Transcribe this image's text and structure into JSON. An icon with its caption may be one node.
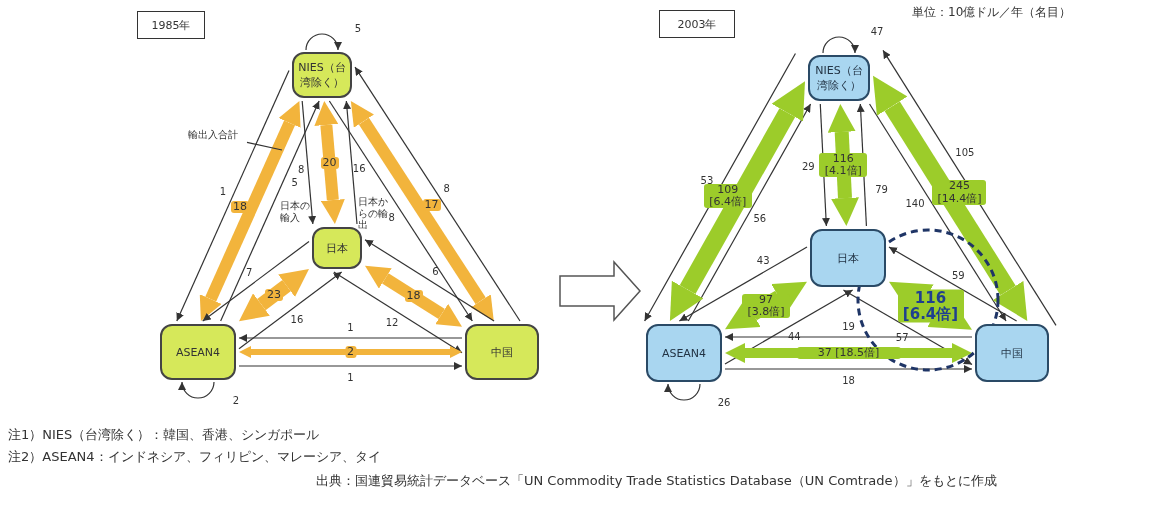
{
  "diagram": {
    "nodes": [
      {
        "text": [
          "1985年"
        ]
      },
      {
        "text": [
          "NIES（台湾除く）"
        ]
      },
      {
        "text": [
          "日本"
        ]
      },
      {
        "text": [
          "ASEAN4"
        ]
      },
      {
        "text": [
          "中国"
        ]
      },
      {
        "text": [
          "輸出入合計"
        ]
      },
      {
        "text": [
          "2003年"
        ]
      },
      {
        "text": [
          "NIES（台湾除く）"
        ]
      },
      {
        "text": [
          "日本"
        ]
      },
      {
        "text": [
          "ASEAN4"
        ]
      },
      {
        "text": [
          "中国"
        ]
      }
    ],
    "edges": [
      {
        "from": 1,
        "to": 1,
        "arrow": "to",
        "label": "5"
      },
      {
        "from": 1,
        "to": 3,
        "arrow": "to",
        "label": "1"
      },
      {
        "from": 3,
        "to": 1,
        "arrow": "to",
        "label": "5"
      },
      {
        "from": 1,
        "to": 3,
        "arrow": "both",
        "label": "18",
        "style": "thick",
        "color": "#f2b43c"
      },
      {
        "from": 1,
        "to": 2,
        "arrow": "to",
        "label": "8"
      },
      {
        "from": 2,
        "to": 1,
        "arrow": "to",
        "label": "16"
      },
      {
        "from": 1,
        "to": 2,
        "arrow": "both",
        "label": "20",
        "style": "thick",
        "color": "#f2b43c"
      },
      {
        "from": 1,
        "to": 4,
        "arrow": "to",
        "label": "8"
      },
      {
        "from": 4,
        "to": 1,
        "arrow": "to",
        "label": "8"
      },
      {
        "from": 1,
        "to": 4,
        "arrow": "both",
        "label": "17",
        "style": "thick",
        "color": "#f2b43c"
      },
      {
        "from": 2,
        "to": 3,
        "arrow": "to",
        "label": "7"
      },
      {
        "from": 3,
        "to": 2,
        "arrow": "to",
        "label": "16"
      },
      {
        "from": 2,
        "to": 3,
        "arrow": "both",
        "label": "23",
        "style": "thick",
        "color": "#f2b43c"
      },
      {
        "from": 4,
        "to": 2,
        "arrow": "to",
        "label": "6"
      },
      {
        "from": 2,
        "to": 4,
        "arrow": "to",
        "label": "12"
      },
      {
        "from": 2,
        "to": 4,
        "arrow": "both",
        "label": "18",
        "style": "thick",
        "color": "#f2b43c"
      },
      {
        "from": 4,
        "to": 3,
        "arrow": "to",
        "label": "1"
      },
      {
        "from": 3,
        "to": 4,
        "arrow": "both",
        "label": "2",
        "style": "thick",
        "color": "#f2b43c"
      },
      {
        "from": 3,
        "to": 4,
        "arrow": "to",
        "label": "1"
      },
      {
        "from": 3,
        "to": 3,
        "arrow": "to",
        "label": "2"
      },
      {
        "from": 5,
        "to": null,
        "arrow": "none"
      },
      {
        "from": 7,
        "to": 7,
        "arrow": "to",
        "label": "47"
      },
      {
        "from": 7,
        "to": 9,
        "arrow": "to",
        "label": "53"
      },
      {
        "from": 9,
        "to": 7,
        "arrow": "to",
        "label": "56"
      },
      {
        "from": 7,
        "to": 9,
        "arrow": "both",
        "label": "109 [6.4倍]",
        "style": "thick",
        "color": "#9ccc2a"
      },
      {
        "from": 7,
        "to": 8,
        "arrow": "to",
        "label": "29"
      },
      {
        "from": 8,
        "to": 7,
        "arrow": "to",
        "label": "79"
      },
      {
        "from": 7,
        "to": 8,
        "arrow": "both",
        "label": "116 [4.1倍]",
        "style": "thick",
        "color": "#9ccc2a"
      },
      {
        "from": 7,
        "to": 10,
        "arrow": "to",
        "label": "140"
      },
      {
        "from": 10,
        "to": 7,
        "arrow": "to",
        "label": "105"
      },
      {
        "from": 7,
        "to": 10,
        "arrow": "both",
        "label": "245 [14.4倍]",
        "style": "thick",
        "color": "#9ccc2a"
      },
      {
        "from": 8,
        "to": 9,
        "arrow": "to",
        "label": "43"
      },
      {
        "from": 9,
        "to": 8,
        "arrow": "to",
        "label": "44"
      },
      {
        "from": 8,
        "to": 9,
        "arrow": "both",
        "label": "97 [3.8倍]",
        "style": "thick",
        "color": "#9ccc2a"
      },
      {
        "from": 10,
        "to": 8,
        "arrow": "to",
        "label": "59"
      },
      {
        "from": 8,
        "to": 10,
        "arrow": "to",
        "label": "57"
      },
      {
        "from": 8,
        "to": 10,
        "arrow": "both",
        "label": "116 [6.4倍]",
        "style": "thick",
        "color": "#9ccc2a"
      },
      {
        "from": 10,
        "to": 9,
        "arrow": "to",
        "label": "19"
      },
      {
        "from": 9,
        "to": 10,
        "arrow": "both",
        "label": "37 [18.5倍]",
        "style": "thick",
        "color": "#9ccc2a"
      },
      {
        "from": 9,
        "to": 10,
        "arrow": "to",
        "label": "18"
      },
      {
        "from": 9,
        "to": 9,
        "arrow": "to",
        "label": "26"
      }
    ],
    "labels": [
      "日本の輸入",
      "日本からの輸出",
      "単位：10億ドル／年（名目）",
      "注1）NIES（台湾除く）：韓国、香港、シンガポール",
      "注2）ASEAN4：インドネシア、フィリピン、マレーシア、タイ",
      "出典：国連貿易統計データベース「UN Commodity Trade Statistics Database（UN Comtrade）」をもとに作成"
    ]
  }
}
